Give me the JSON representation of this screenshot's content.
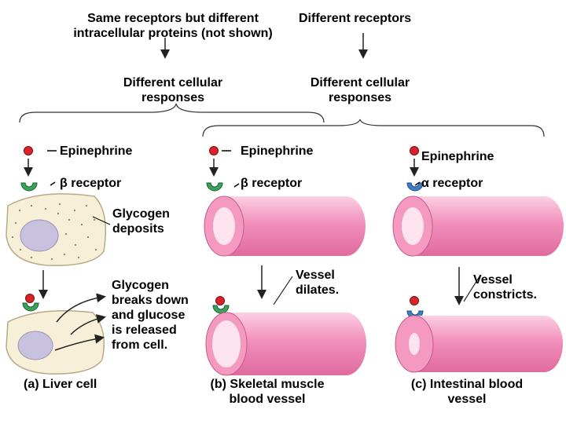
{
  "header": {
    "left_line1": "Same receptors but different",
    "left_line2": "intracellular proteins (not shown)",
    "right": "Different receptors"
  },
  "responses": {
    "left_line1": "Different cellular",
    "left_line2": "responses",
    "right_line1": "Different cellular",
    "right_line2": "responses"
  },
  "panel_a": {
    "ligand": "Epinephrine",
    "receptor_symbol": "β",
    "receptor_word": "receptor",
    "glycogen_line1": "Glycogen",
    "glycogen_line2": "deposits",
    "result_lines": [
      "Glycogen",
      "breaks down",
      "and glucose",
      "is released",
      "from cell."
    ],
    "caption": "(a) Liver cell"
  },
  "panel_b": {
    "ligand": "Epinephrine",
    "receptor_symbol": "β",
    "receptor_word": "receptor",
    "result_line1": "Vessel",
    "result_line2": "dilates.",
    "caption_line1": "(b) Skeletal muscle",
    "caption_line2": "blood vessel"
  },
  "panel_c": {
    "ligand": "Epinephrine",
    "receptor_symbol": "α",
    "receptor_word": "receptor",
    "result_line1": "Vessel",
    "result_line2": "constricts.",
    "caption_line1": "(c) Intestinal blood",
    "caption_line2": "vessel"
  },
  "colors": {
    "ligand": "#d8232a",
    "beta_receptor": "#3aa35a",
    "alpha_receptor": "#3d7fc1",
    "vessel_outer": "#f49ac1",
    "vessel_inner": "#fde3ee",
    "cell_body": "#f7efd8",
    "nucleus": "#c9c2de"
  }
}
